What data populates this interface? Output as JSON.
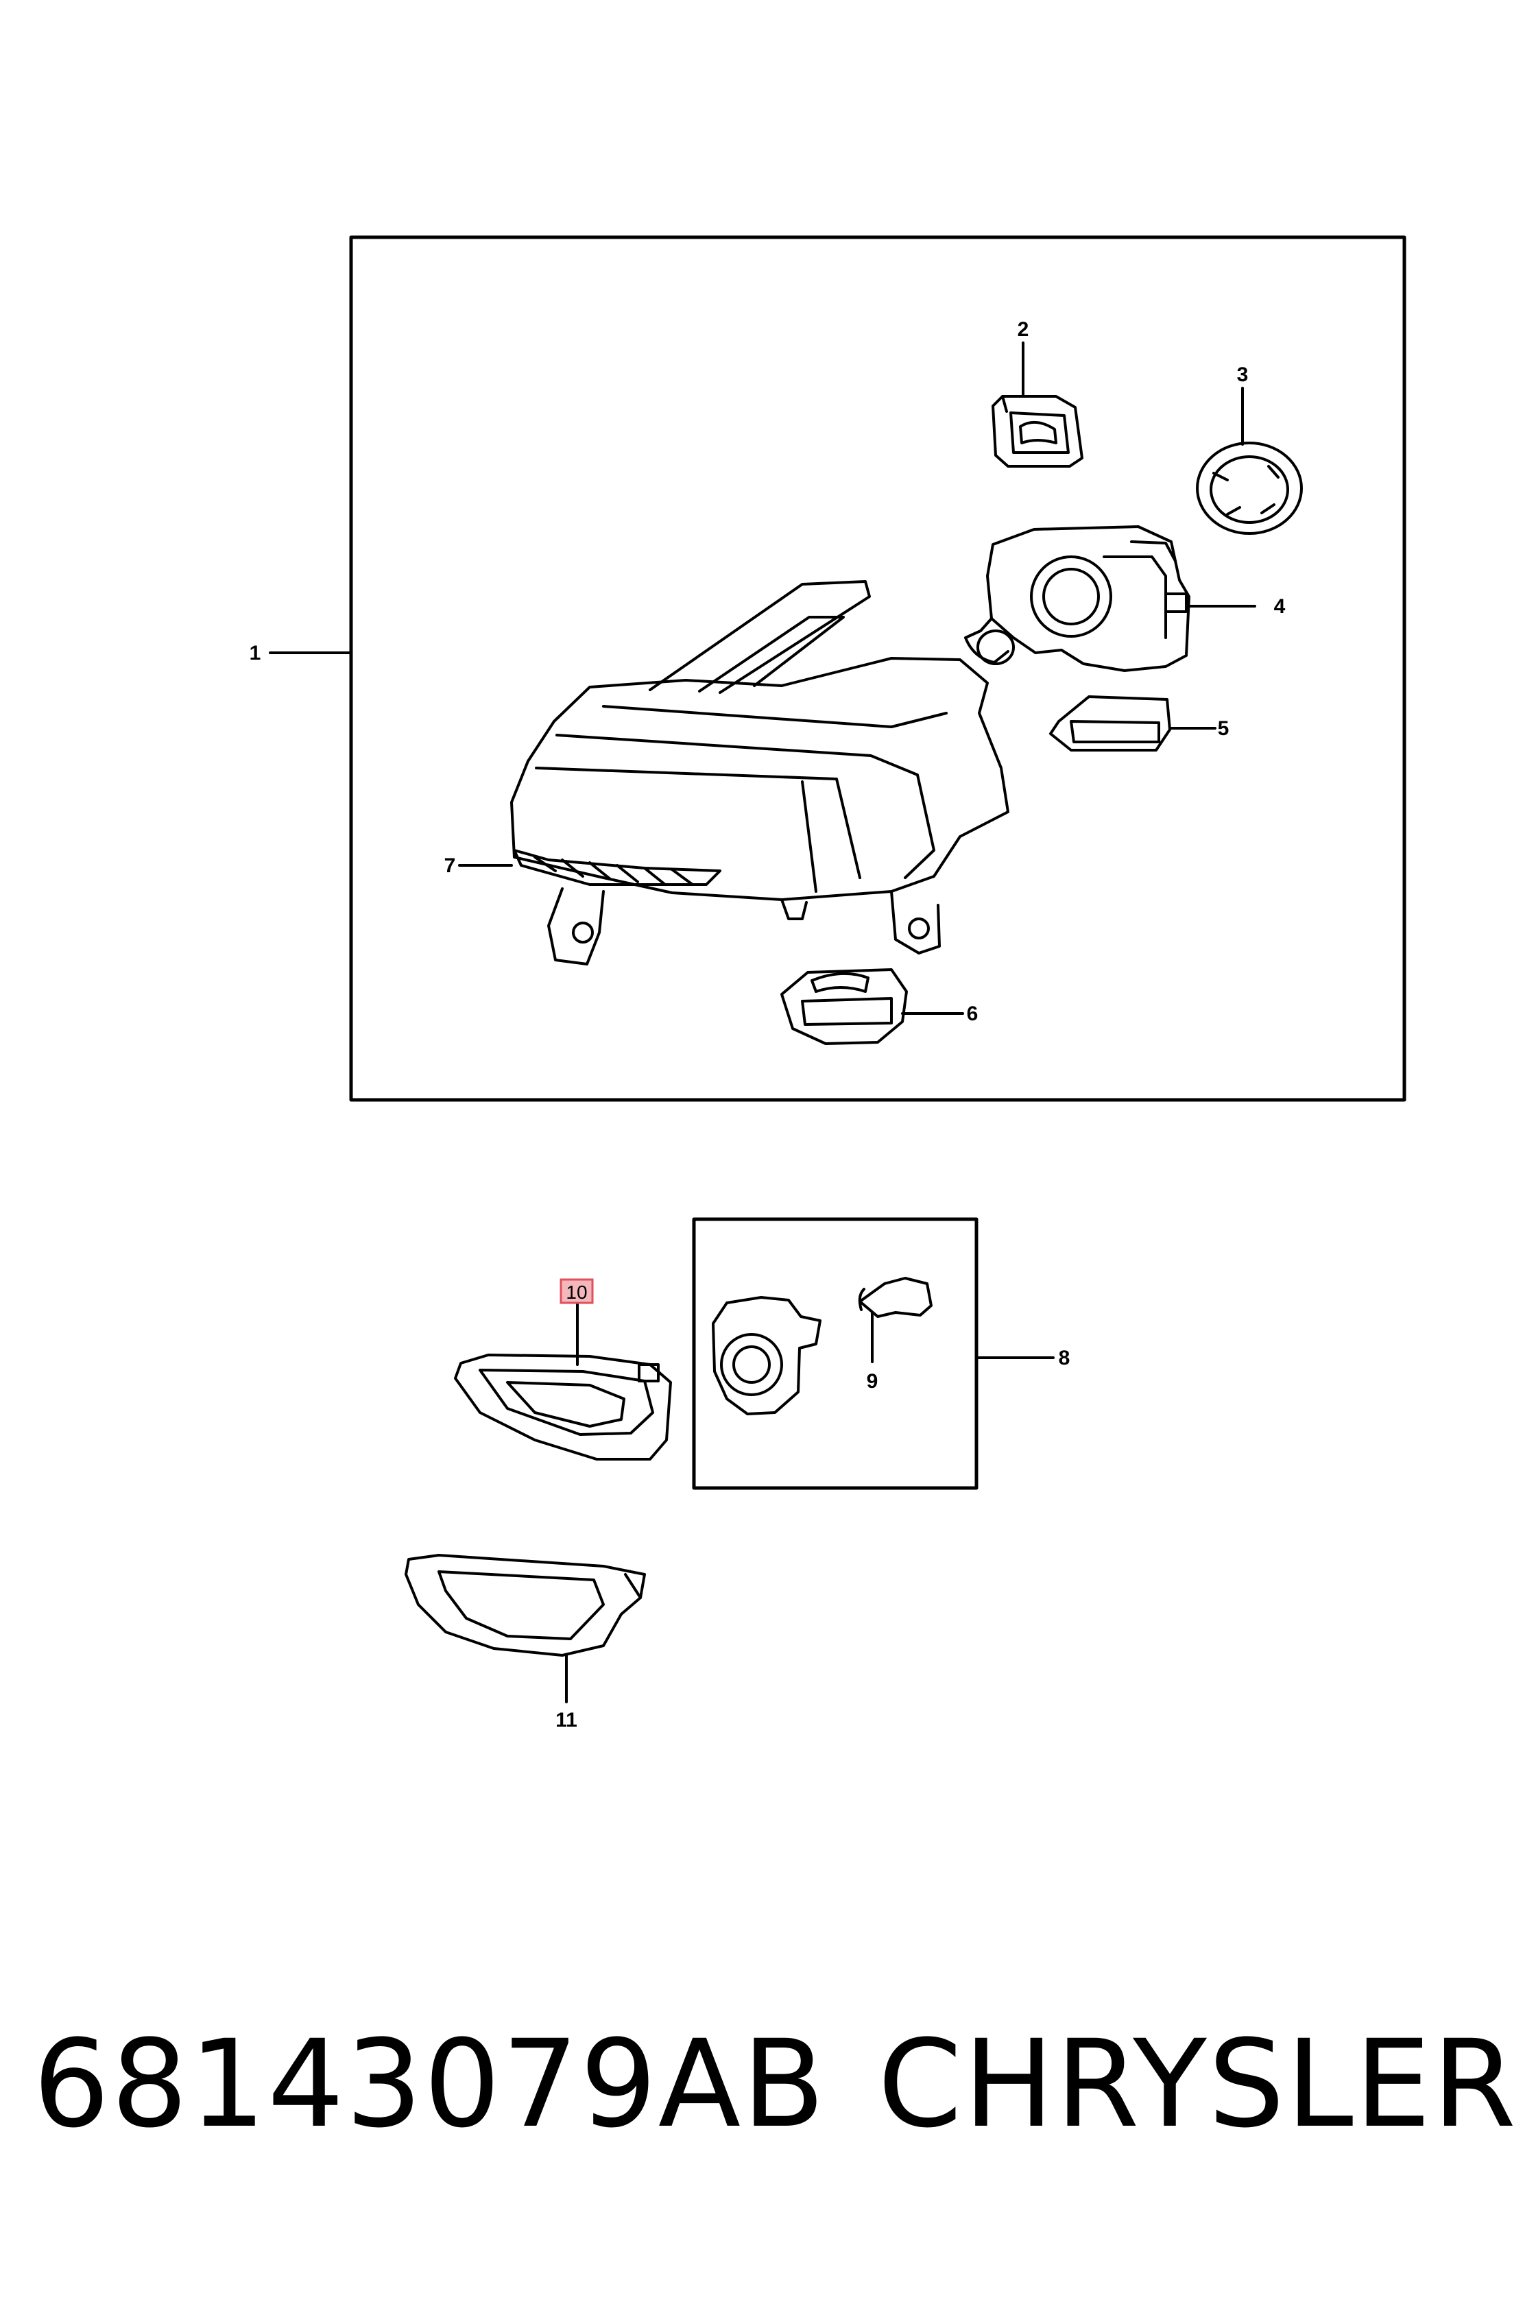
{
  "callouts": {
    "c1": "1",
    "c2": "2",
    "c3": "3",
    "c4": "4",
    "c5": "5",
    "c6": "6",
    "c7": "7",
    "c8": "8",
    "c9": "9",
    "c10": "10",
    "c11": "11"
  },
  "highlight_color": "#e0525a",
  "footer": {
    "part_number": "68143079AB",
    "brand": "CHRYSLER"
  }
}
